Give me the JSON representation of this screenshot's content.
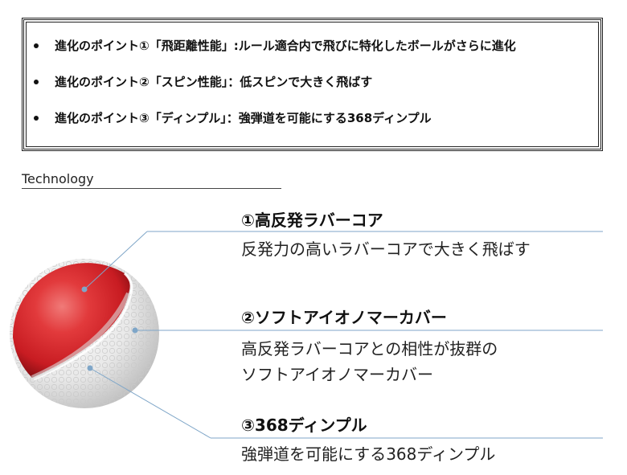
{
  "points": [
    "進化のポイント①「飛距離性能」:ルール適合内で飛びに特化したボールがさらに進化",
    "進化のポイント②「スピン性能」：低スピンで大きく飛ばす",
    "進化のポイント③「ディンプル」：強弾道を可能にする368ディンプル"
  ],
  "technology": {
    "heading": "Technology",
    "features": [
      {
        "title": "①高反発ラバーコア",
        "desc": [
          "反発力の高いラバーコアで大きく飛ばす"
        ]
      },
      {
        "title": "②ソフトアイオノマーカバー",
        "desc": [
          "高反発ラバーコアとの相性が抜群の",
          "ソフトアイオノマーカバー"
        ]
      },
      {
        "title": "③368ディンプル",
        "desc": [
          "強弾道を可能にする368ディンプル"
        ]
      }
    ]
  },
  "colors": {
    "leader_line": "#7fa6c8",
    "core_red": "#d4242a",
    "cover_white": "#f2f2f2"
  }
}
